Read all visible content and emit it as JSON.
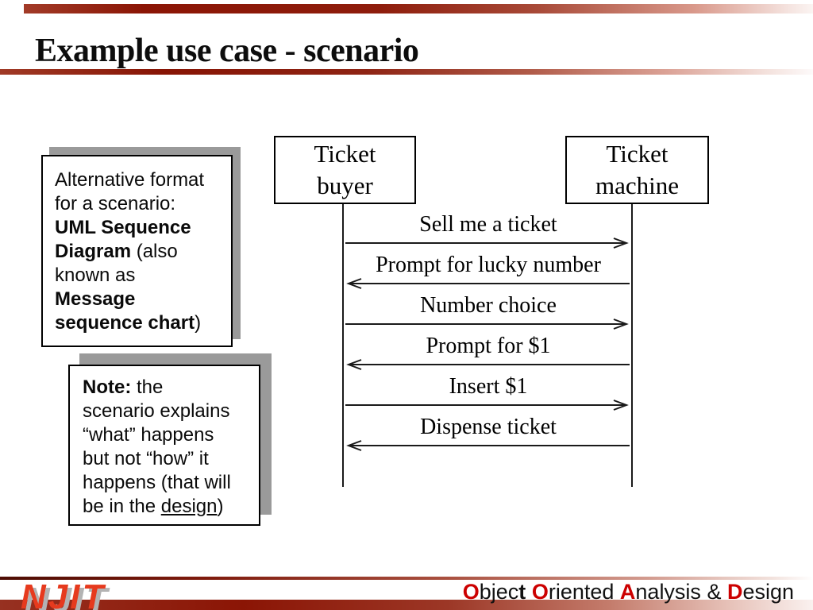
{
  "slide": {
    "title": "Example use case - scenario"
  },
  "notes": {
    "box1": {
      "l1": "Alternative format",
      "l2": "for a scenario:",
      "l3": "UML Sequence",
      "l4b": "Diagram",
      "l4r": " (also",
      "l5": "known as",
      "l6": "Message",
      "l7b": "sequence chart",
      "l7r": ")"
    },
    "box2": {
      "l1b": "Note:",
      "l1r": " the",
      "l2": "scenario explains",
      "l3": "“what” happens",
      "l4": "but not “how” it",
      "l5": "happens (that will",
      "l6a": "be in the ",
      "l6u": "design",
      "l6c": ")"
    }
  },
  "diagram": {
    "type": "uml-sequence",
    "actors": [
      {
        "name": "Ticket buyer"
      },
      {
        "name": "Ticket machine"
      }
    ],
    "messages": [
      {
        "label": "Sell me a ticket",
        "direction": "right",
        "from": "Ticket buyer",
        "to": "Ticket machine"
      },
      {
        "label": "Prompt for lucky number",
        "direction": "left",
        "from": "Ticket machine",
        "to": "Ticket buyer"
      },
      {
        "label": "Number choice",
        "direction": "right",
        "from": "Ticket buyer",
        "to": "Ticket machine"
      },
      {
        "label": "Prompt for $1",
        "direction": "left",
        "from": "Ticket machine",
        "to": "Ticket buyer"
      },
      {
        "label": "Insert $1",
        "direction": "right",
        "from": "Ticket buyer",
        "to": "Ticket machine"
      },
      {
        "label": "Dispense ticket",
        "direction": "left",
        "from": "Ticket machine",
        "to": "Ticket buyer"
      }
    ]
  },
  "footer": {
    "logo": "NJIT",
    "course": {
      "o1": "O",
      "t1": "bjec",
      "t1b": "t",
      "g1": " ",
      "o2": "O",
      "t2": "riented",
      "g2": " ",
      "a1": "A",
      "t3": "nalysis",
      "g3": " & ",
      "d1": "D",
      "t4": "esign"
    }
  },
  "colors": {
    "accent_red": "#8b1505",
    "logo_red": "#e63a1e",
    "footer_letter_red": "#cc0000",
    "shadow_gray": "#9a9a9a"
  }
}
